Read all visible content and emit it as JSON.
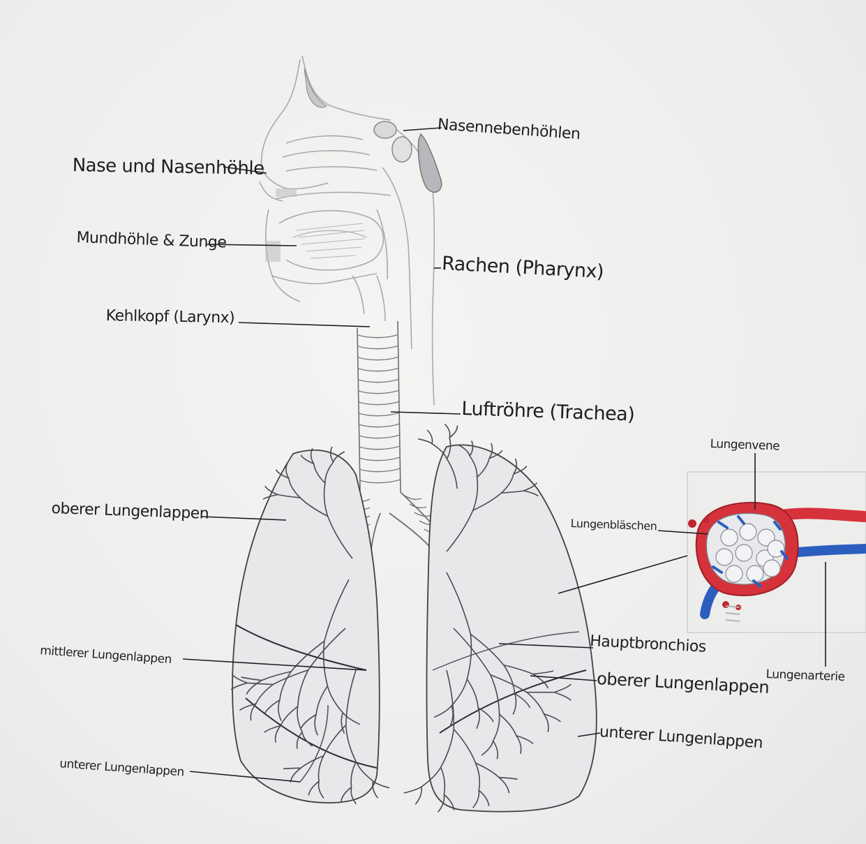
{
  "labels": {
    "nasennebenhoehlen": "Nasennebenhöhlen",
    "nase": "Nase und Nasenhöhle",
    "mundhoehle": "Mundhöhle & Zunge",
    "rachen": "Rachen (Pharynx)",
    "kehlkopf": "Kehlkopf (Larynx)",
    "luftroehre": "Luftröhre (Trachea)",
    "oberer_links": "oberer Lungenlappen",
    "mittlerer_links": "mittlerer Lungenlappen",
    "unterer_links": "unterer Lungenlappen",
    "lungenvene": "Lungenvene",
    "lungenblaeschen": "Lungenbläschen",
    "hauptbronchios": "Hauptbronchios",
    "oberer_rechts": "oberer Lungenlappen",
    "unterer_rechts": "unterer Lungenlappen",
    "lungenarterie": "Lungenarterie"
  },
  "colors": {
    "pencil": "#3a3a40",
    "light_pencil": "#9a9aa0",
    "vein_red": "#d6323c",
    "artery_blue": "#2c5ec0",
    "alveoli_fill": "#e7e9ec"
  }
}
